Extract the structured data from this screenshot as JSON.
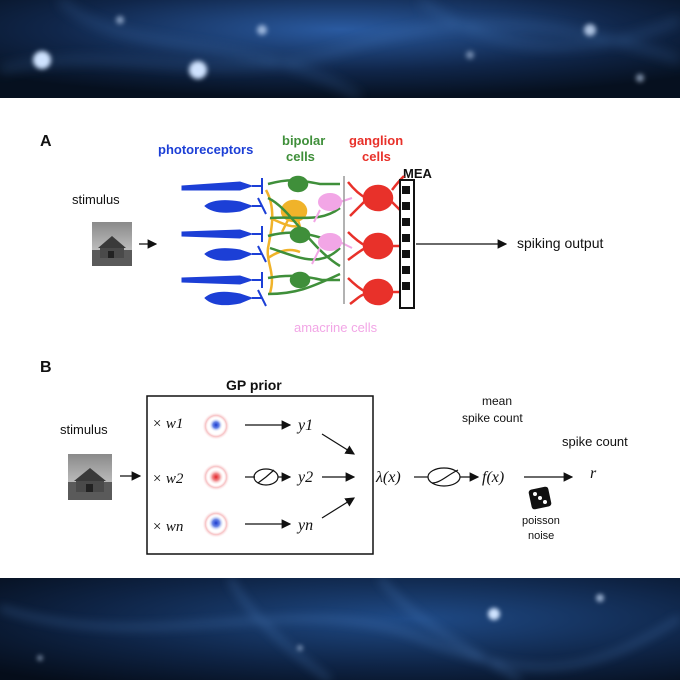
{
  "panel_a": {
    "label": "A",
    "stimulus_label": "stimulus",
    "photoreceptors_label": "photoreceptors",
    "bipolar_label_line1": "bipolar",
    "bipolar_label_line2": "cells",
    "ganglion_label_line1": "ganglion",
    "ganglion_label_line2": "cells",
    "mea_label": "MEA",
    "output_label": "spiking output",
    "amacrine_label": "amacrine cells"
  },
  "panel_b": {
    "label": "B",
    "gp_prior_label": "GP prior",
    "stimulus_label": "stimulus",
    "weights": [
      "× w1",
      "× w2",
      "× wn"
    ],
    "outputs": [
      "y1",
      "y2",
      "yn"
    ],
    "lambda_label": "λ(x)",
    "f_label": "f(x)",
    "mean_label_line1": "mean",
    "mean_label_line2": "spike count",
    "spike_count_label": "spike count",
    "r_label": "r",
    "noise_label_line1": "poisson",
    "noise_label_line2": "noise"
  },
  "colors": {
    "photoreceptors": "#1c3fd6",
    "bipolar": "#3f8f3a",
    "ganglion": "#e8312a",
    "amacrine": "#f2a6e6",
    "horizontal": "#f0b32a"
  }
}
